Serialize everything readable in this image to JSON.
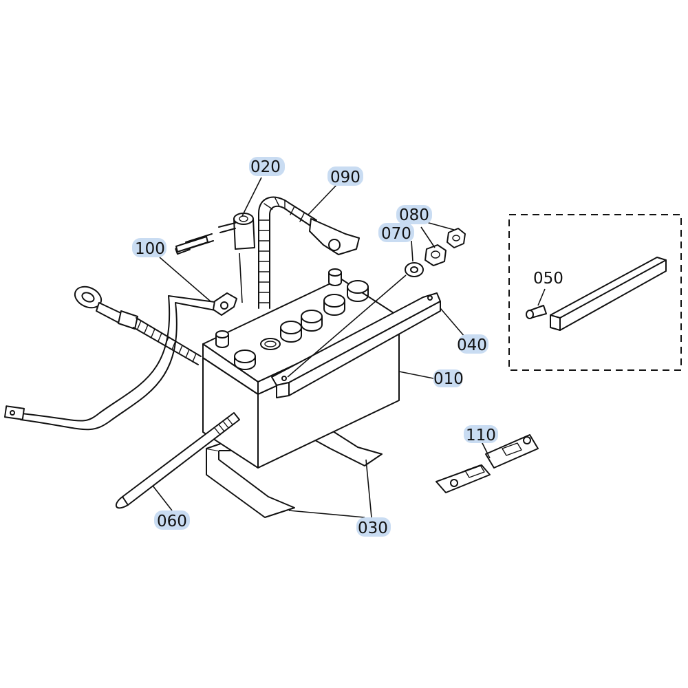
{
  "colors": {
    "callout_highlight": "#c9dcf2",
    "line": "#111111",
    "background": "#ffffff"
  },
  "callouts": {
    "c010": "010",
    "c020": "020",
    "c030": "030",
    "c040": "040",
    "c050": "050",
    "c060": "060",
    "c070": "070",
    "c080": "080",
    "c090": "090",
    "c100": "100",
    "c110": "110"
  }
}
